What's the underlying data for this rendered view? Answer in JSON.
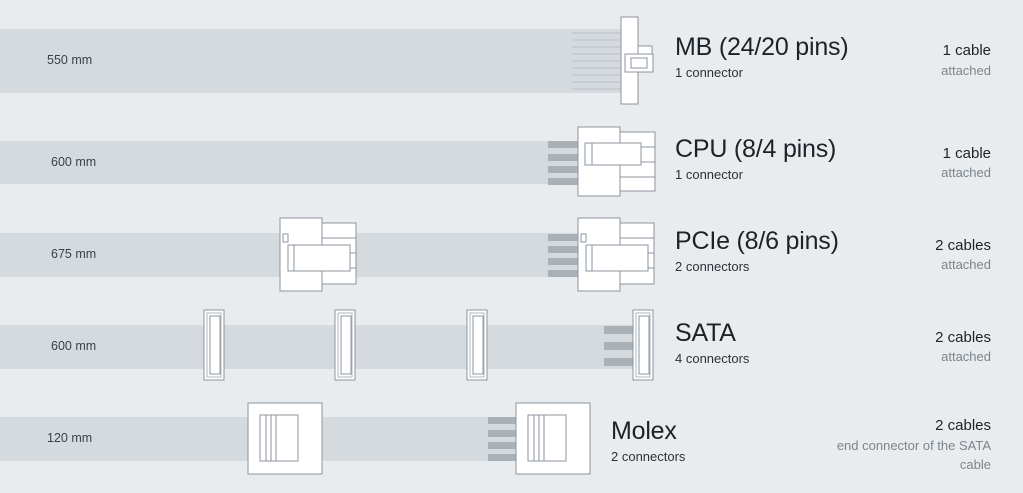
{
  "cables": [
    {
      "length": "550 mm",
      "name": "MB (24/20 pins)",
      "connectors": "1 connector",
      "cables": "1 cable",
      "status": "attached"
    },
    {
      "length": "600 mm",
      "name": "CPU (8/4 pins)",
      "connectors": "1 connector",
      "cables": "1 cable",
      "status": "attached"
    },
    {
      "length": "675 mm",
      "name": "PCIe (8/6 pins)",
      "connectors": "2 connectors",
      "cables": "2 cables",
      "status": "attached"
    },
    {
      "length": "600 mm",
      "name": "SATA",
      "connectors": "4 connectors",
      "cables": "2 cables",
      "status": "attached"
    },
    {
      "length": "120 mm",
      "name": "Molex",
      "connectors": "2 connectors",
      "cables": "2 cables",
      "status": "end connector of the SATA cable"
    }
  ],
  "colors": {
    "background": "#e9ecef",
    "band": "#d5dadf",
    "stroke": "#8c959c",
    "connector_fill": "#ffffff",
    "wire": "#a9b1b7"
  }
}
